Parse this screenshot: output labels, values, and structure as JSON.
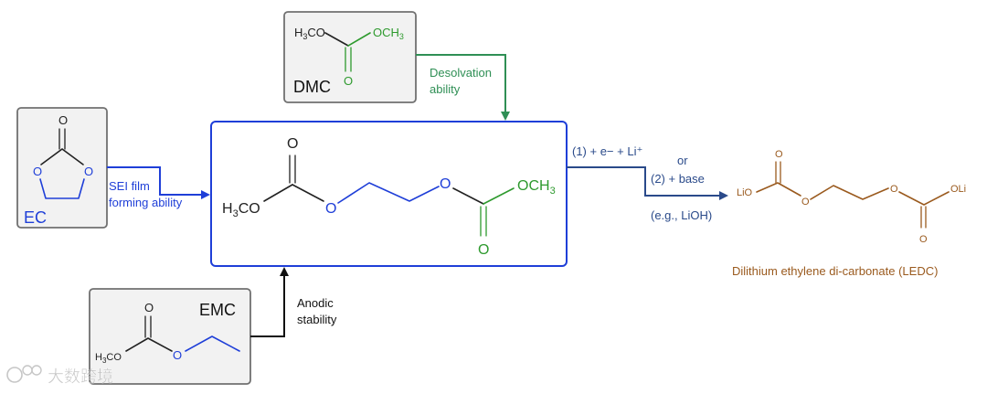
{
  "colors": {
    "black": "#222222",
    "blue": "#1f3fd8",
    "green": "#2e9a2e",
    "teal_arrow": "#2f8f55",
    "navy": "#2a4a8a",
    "brown": "#9a5a1e",
    "box_gray": "#707070",
    "box_fill": "#f2f2f2"
  },
  "dmc": {
    "label": "DMC",
    "sub_left": "H3CO",
    "sub_right": "OCH3",
    "carbonyl_o": "O",
    "arrow_label_1": "Desolvation",
    "arrow_label_2": "ability"
  },
  "ec": {
    "label": "EC",
    "carbonyl_o": "O",
    "ring_o_left": "O",
    "ring_o_right": "O",
    "arrow_label_1": "SEI film",
    "arrow_label_2": "forming ability"
  },
  "emc": {
    "label": "EMC",
    "sub_left": "H3CO",
    "carbonyl_o": "O",
    "ester_o": "O",
    "arrow_label_1": "Anodic",
    "arrow_label_2": "stability"
  },
  "center": {
    "left_group": "H3CO",
    "o_left": "O",
    "o_top": "O",
    "o_right": "O",
    "right_group": "OCH3",
    "o_bottom": "O"
  },
  "reaction": {
    "line1": "(1) + e− + Li⁺",
    "or_text": "or",
    "line2": "(2) + base",
    "line3": "(e.g., LiOH)"
  },
  "ledc": {
    "oli_left": "LiO",
    "o_top": "O",
    "o_ring_left": "O",
    "o_ring_right": "O",
    "oli_right": "OLi",
    "o_bottom": "O",
    "name": "Dilithium ethylene di-carbonate (LEDC)"
  },
  "watermark": {
    "text": "大数跨境"
  }
}
